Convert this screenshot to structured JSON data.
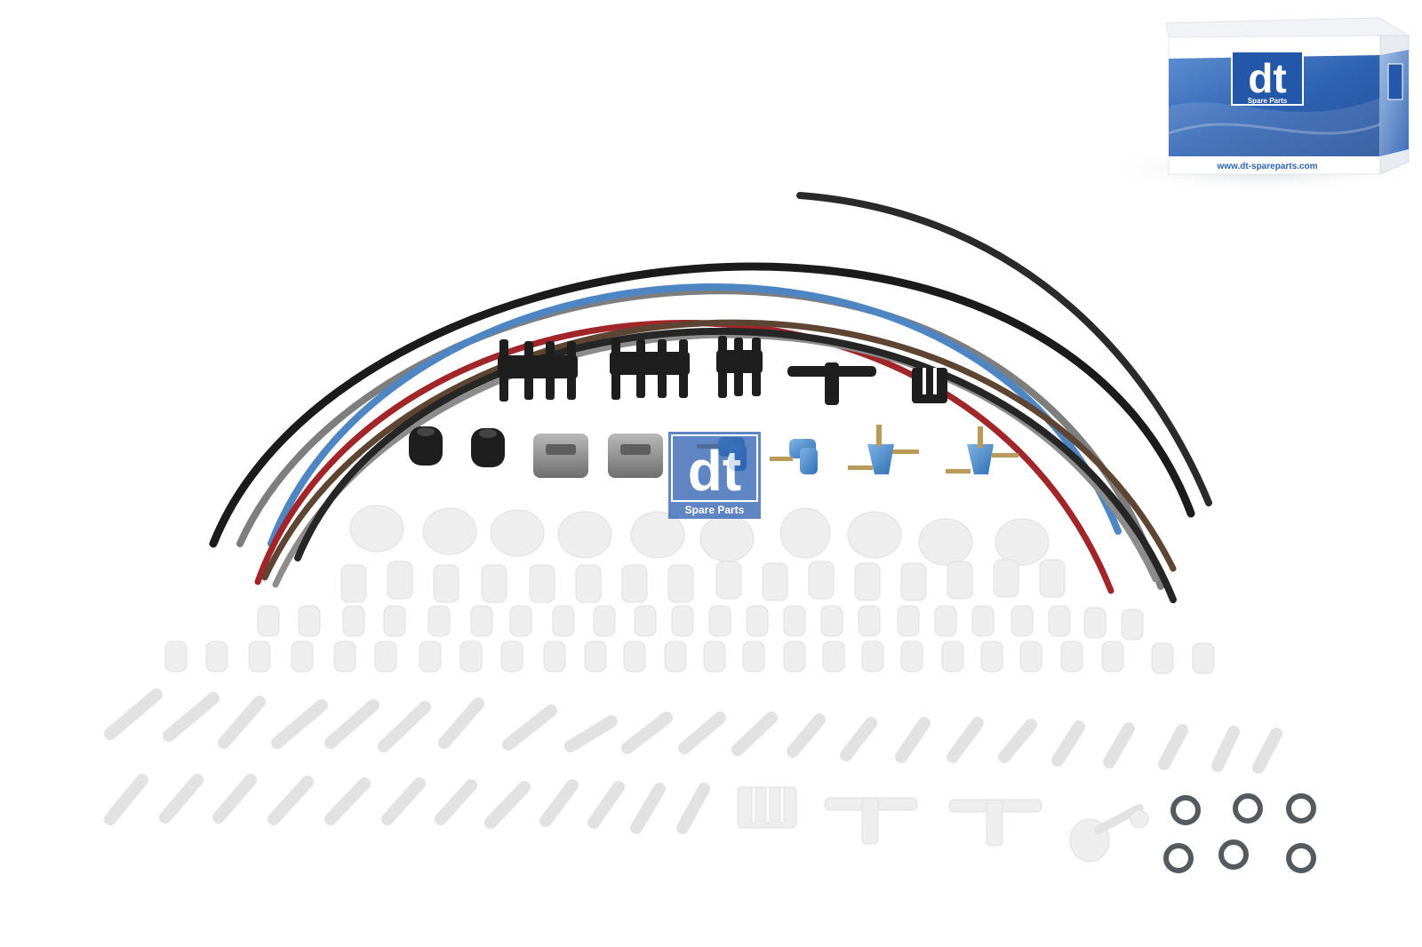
{
  "product_box": {
    "logo_letters": "dt",
    "logo_tagline": "Spare Parts",
    "website": "www.dt-spareparts.com",
    "colors": {
      "blue": "#2f63b3",
      "light_blue": "#7da4d8",
      "white": "#ffffff"
    }
  },
  "watermark": {
    "logo_letters": "dt",
    "logo_tagline": "Spare Parts",
    "color": "#2a5eb0"
  },
  "kit": {
    "hoses": [
      {
        "color_name": "black",
        "color": "#1b1b1b"
      },
      {
        "color_name": "grey",
        "color": "#7e7e7e"
      },
      {
        "color_name": "blue",
        "color": "#4e86c4"
      },
      {
        "color_name": "red",
        "color": "#a1262a"
      },
      {
        "color_name": "brown",
        "color": "#5d4433"
      },
      {
        "color_name": "black",
        "color": "#262626"
      }
    ],
    "black_parts": [
      "manifold-connector",
      "manifold-connector",
      "manifold-connector",
      "t-connector",
      "cable-clip",
      "grommet",
      "grommet"
    ],
    "grey_parts": [
      "clip",
      "clip"
    ],
    "blue_parts": [
      "elbow-connector",
      "elbow-connector",
      "y-connector",
      "y-connector"
    ],
    "translucent_parts": [
      "cap",
      "plug",
      "straight-connector",
      "t-connector",
      "cable-clip",
      "plug-stem"
    ],
    "hose_clamps": {
      "color": "#555a5e"
    }
  }
}
